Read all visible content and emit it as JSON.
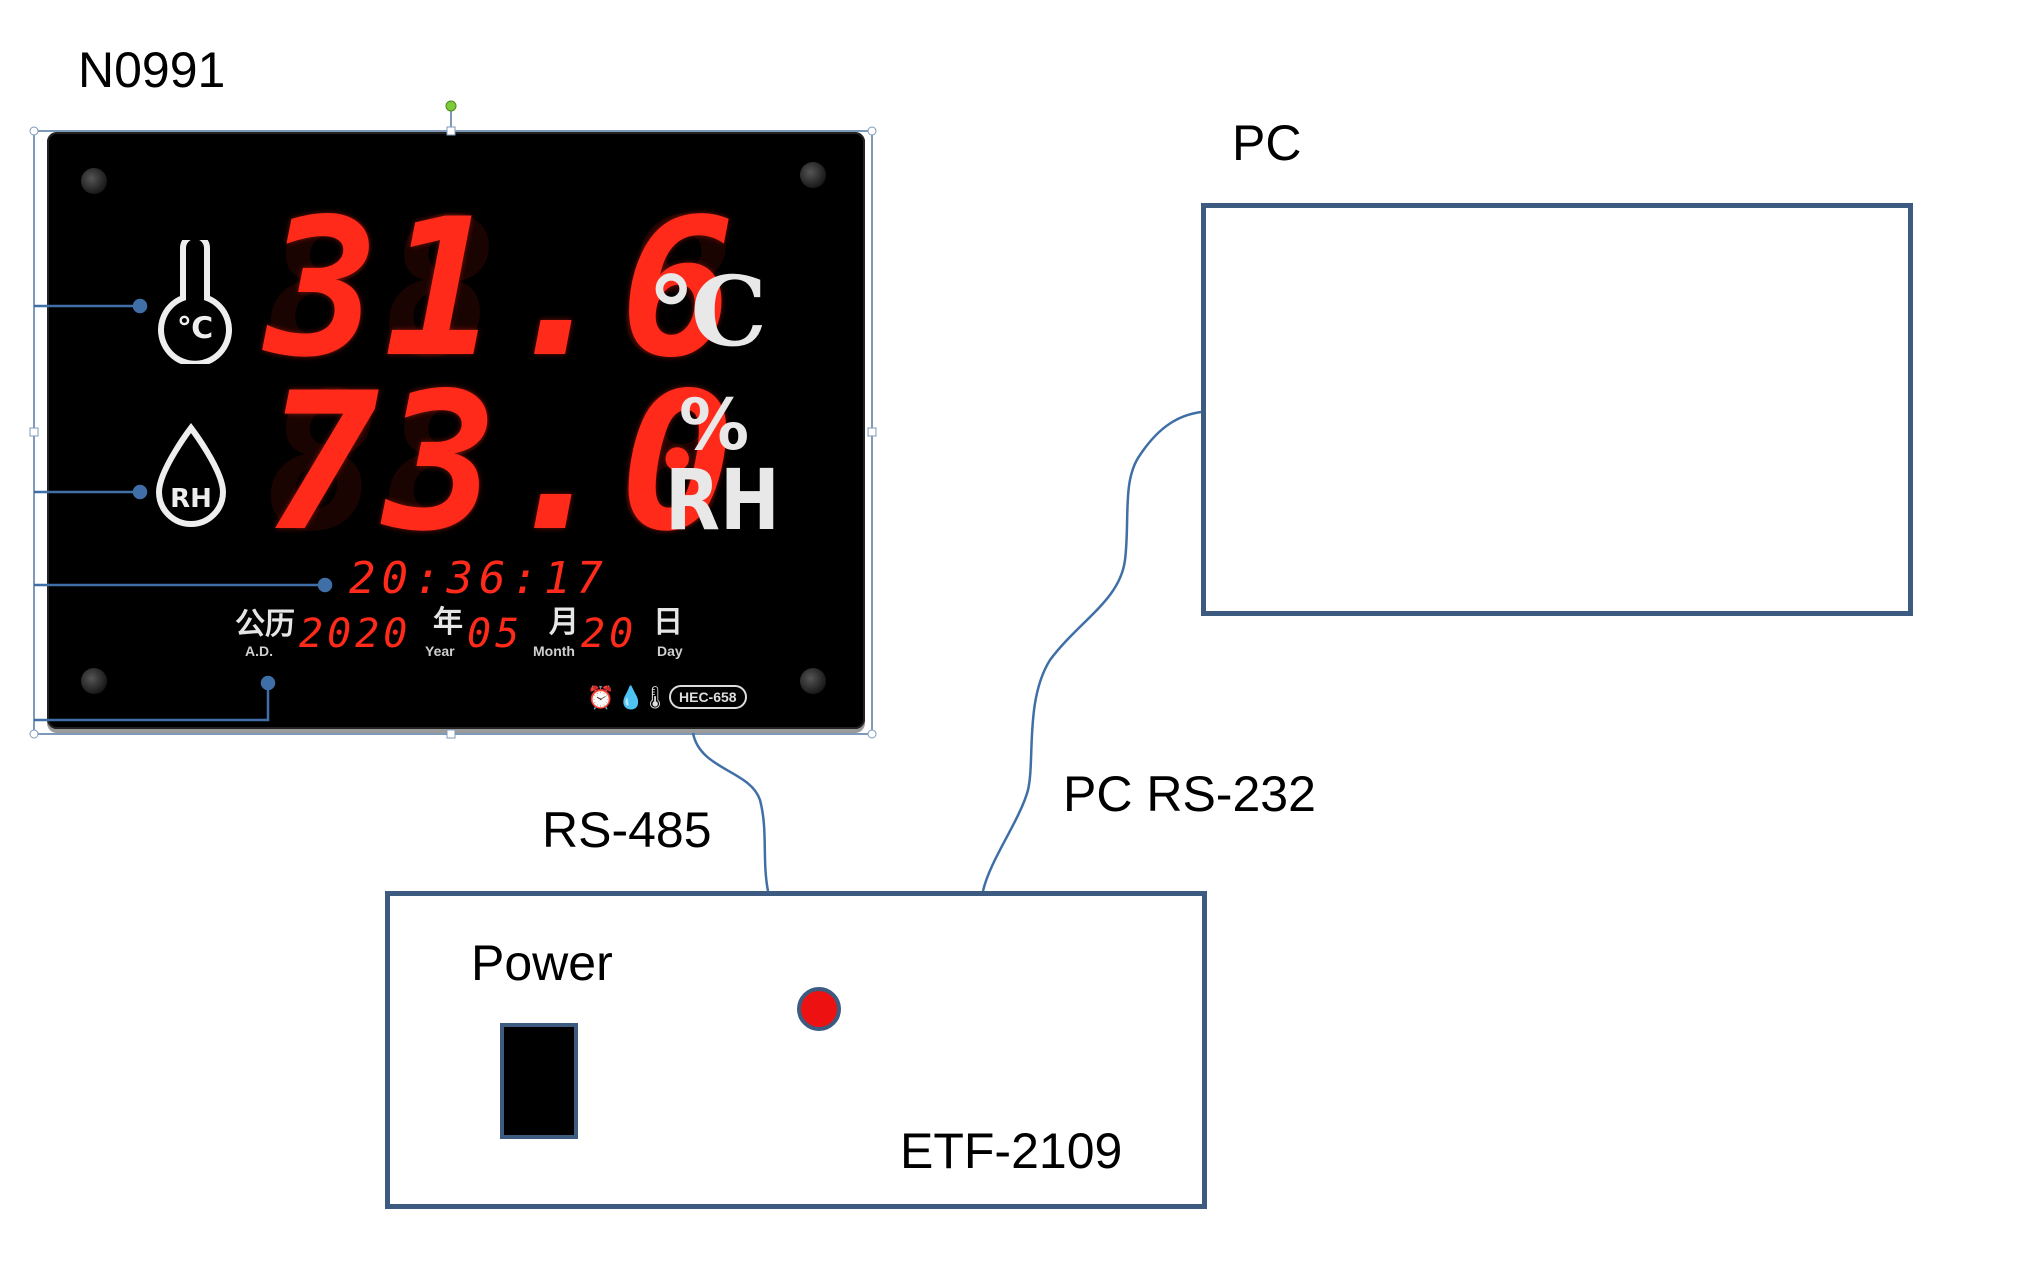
{
  "labels": {
    "device_name": "N0991",
    "pc": "PC",
    "rs485": "RS-485",
    "pc_rs232": "PC RS-232",
    "power": "Power",
    "converter": "ETF-2109"
  },
  "display": {
    "temperature": "31.6",
    "temperature_unit": "℃",
    "humidity": "73.0",
    "humidity_unit_top": "%",
    "humidity_unit_bottom": "RH",
    "time": "20:36:17",
    "calendar_label": "公历",
    "calendar_sub": "A.D.",
    "year": "2020",
    "year_char": "年",
    "year_sub": "Year",
    "month": "05",
    "month_char": "月",
    "month_sub": "Month",
    "day": "20",
    "day_char": "日",
    "day_sub": "Day",
    "model": "HEC-658",
    "thermo_icon_text": "℃",
    "drop_icon_text": "RH"
  },
  "colors": {
    "box_border": "#3d5a80",
    "wire": "#3f6fa6",
    "led_red": "#ff2a1a",
    "indicator": "#ee1111"
  }
}
